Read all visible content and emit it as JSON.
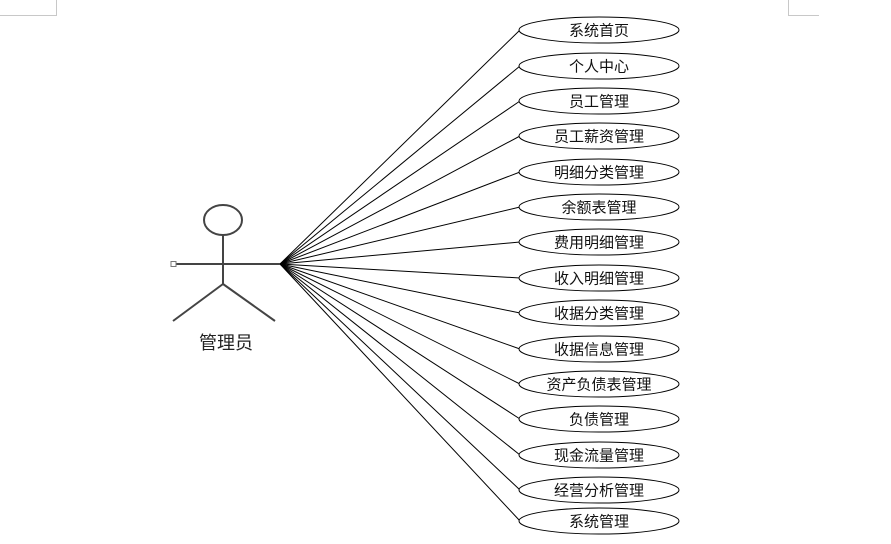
{
  "diagram": {
    "type": "use-case",
    "actor": {
      "name": "管理员",
      "color": "#444444"
    },
    "use_cases": [
      {
        "label": "系统首页"
      },
      {
        "label": "个人中心"
      },
      {
        "label": "员工管理"
      },
      {
        "label": "员工薪资管理"
      },
      {
        "label": "明细分类管理"
      },
      {
        "label": "余额表管理"
      },
      {
        "label": "费用明细管理"
      },
      {
        "label": "收入明细管理"
      },
      {
        "label": "收据分类管理"
      },
      {
        "label": "收据信息管理"
      },
      {
        "label": "资产负债表管理"
      },
      {
        "label": "负债管理"
      },
      {
        "label": "现金流量管理"
      },
      {
        "label": "经营分析管理"
      },
      {
        "label": "系统管理"
      }
    ],
    "colors": {
      "line": "#000000",
      "ellipse_stroke": "#000000",
      "ellipse_fill": "#ffffff",
      "page_corner": "#c8c8c8"
    }
  }
}
